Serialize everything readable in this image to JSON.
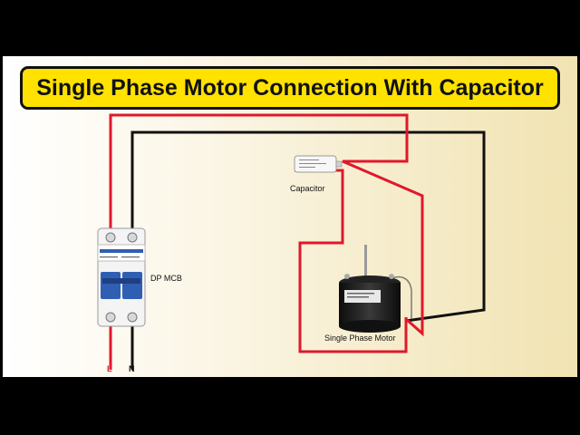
{
  "title": "Single Phase Motor Connection With Capacitor",
  "labels": {
    "mcb": "DP MCB",
    "capacitor": "Capacitor",
    "motor": "Single Phase Motor",
    "live": "L",
    "neutral": "N"
  },
  "colors": {
    "title_bg": "#ffe200",
    "live_wire": "#e0182b",
    "neutral_wire": "#111111",
    "mcb_accent": "#2f5fb3"
  }
}
